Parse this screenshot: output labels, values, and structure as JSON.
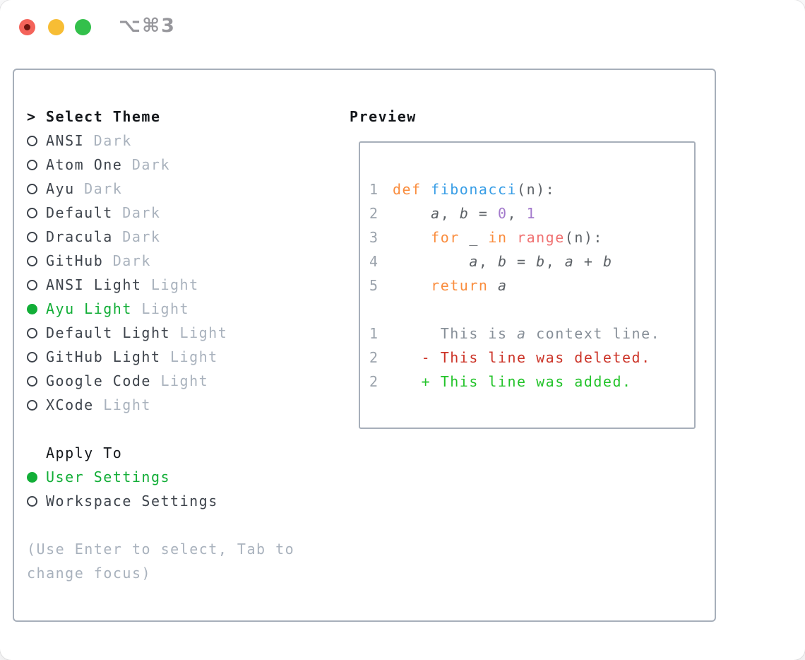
{
  "window": {
    "title": "⌥⌘3",
    "traffic_lights": [
      "close",
      "minimize",
      "zoom"
    ]
  },
  "theme_picker": {
    "header_prompt": ">",
    "header": "Select Theme",
    "items": [
      {
        "name": "ANSI",
        "variant": "Dark",
        "selected": false
      },
      {
        "name": "Atom One",
        "variant": "Dark",
        "selected": false
      },
      {
        "name": "Ayu",
        "variant": "Dark",
        "selected": false
      },
      {
        "name": "Default",
        "variant": "Dark",
        "selected": false
      },
      {
        "name": "Dracula",
        "variant": "Dark",
        "selected": false
      },
      {
        "name": "GitHub",
        "variant": "Dark",
        "selected": false
      },
      {
        "name": "ANSI Light",
        "variant": "Light",
        "selected": false
      },
      {
        "name": "Ayu Light",
        "variant": "Light",
        "selected": true
      },
      {
        "name": "Default Light",
        "variant": "Light",
        "selected": false
      },
      {
        "name": "GitHub Light",
        "variant": "Light",
        "selected": false
      },
      {
        "name": "Google Code",
        "variant": "Light",
        "selected": false
      },
      {
        "name": "XCode",
        "variant": "Light",
        "selected": false
      }
    ]
  },
  "apply_to": {
    "header": "Apply To",
    "options": [
      {
        "label": "User Settings",
        "selected": true
      },
      {
        "label": "Workspace Settings",
        "selected": false
      }
    ]
  },
  "hint": {
    "lines": [
      "(Use Enter to select, Tab to",
      "change focus)"
    ]
  },
  "preview": {
    "header": "Preview",
    "code_lines": [
      {
        "num": "1",
        "tokens": [
          [
            "kw",
            "def"
          ],
          [
            "pl",
            " "
          ],
          [
            "fn",
            "fibonacci"
          ],
          [
            "pl",
            "(n):"
          ]
        ]
      },
      {
        "num": "2",
        "tokens": [
          [
            "pl",
            "    "
          ],
          [
            "vr",
            "a"
          ],
          [
            "pl",
            ", "
          ],
          [
            "vr",
            "b"
          ],
          [
            "pl",
            " = "
          ],
          [
            "nm",
            "0"
          ],
          [
            "pl",
            ", "
          ],
          [
            "nm",
            "1"
          ]
        ]
      },
      {
        "num": "3",
        "tokens": [
          [
            "pl",
            "    "
          ],
          [
            "kw",
            "for"
          ],
          [
            "pl",
            " _ "
          ],
          [
            "kw",
            "in"
          ],
          [
            "pl",
            " "
          ],
          [
            "cl",
            "range"
          ],
          [
            "pl",
            "(n):"
          ]
        ]
      },
      {
        "num": "4",
        "tokens": [
          [
            "pl",
            "        "
          ],
          [
            "vr",
            "a"
          ],
          [
            "pl",
            ", "
          ],
          [
            "vr",
            "b"
          ],
          [
            "pl",
            " = "
          ],
          [
            "vr",
            "b"
          ],
          [
            "pl",
            ", "
          ],
          [
            "vr",
            "a"
          ],
          [
            "pl",
            " + "
          ],
          [
            "vr",
            "b"
          ]
        ]
      },
      {
        "num": "5",
        "tokens": [
          [
            "pl",
            "    "
          ],
          [
            "kw",
            "return"
          ],
          [
            "pl",
            " "
          ],
          [
            "vr",
            "a"
          ]
        ]
      }
    ],
    "diff_lines": [
      {
        "num": "1",
        "tokens": [
          [
            "ctx",
            "     This is "
          ],
          [
            "ctxi",
            "a"
          ],
          [
            "ctx",
            " context line."
          ]
        ]
      },
      {
        "num": "2",
        "tokens": [
          [
            "del",
            "   - This line was deleted."
          ]
        ]
      },
      {
        "num": "2",
        "tokens": [
          [
            "add",
            "   + This line was added."
          ]
        ]
      }
    ]
  },
  "colors": {
    "sel_green": "#12ae37",
    "add": "#23c32a",
    "del": "#cc3428",
    "kw": "#fa8d3e",
    "fn": "#399ee6",
    "nm": "#a37acc",
    "cl": "#f07171",
    "code_text": "#5c6166",
    "ctx": "#878f98",
    "lineno": "#9ba3ac",
    "muted": "#a9b2bd",
    "list_text": "#3e444c",
    "hdr": "#15181c",
    "panel_border": "#a7afba",
    "title_gray": "#97979c",
    "tl_red": "#f4635a",
    "tl_dot": "#6d140f",
    "tl_yellow": "#f7bd34",
    "tl_green": "#33c04b"
  }
}
